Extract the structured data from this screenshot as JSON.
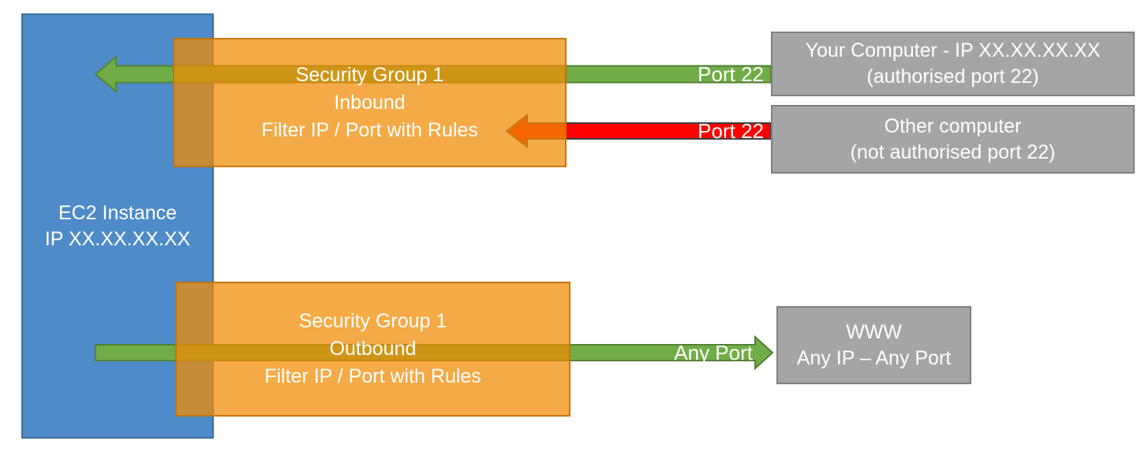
{
  "diagram_title": "EC2 Security Group port filtering diagram",
  "colors": {
    "blue": "#4E8BC8",
    "blue_border": "#41719C",
    "orange": "#F08C05",
    "orange_border": "#BF6F03",
    "green": "#70AD47",
    "green_border": "#538135",
    "red": "#FF0000",
    "red_border": "#404040",
    "gray": "#A5A5A5",
    "gray_border": "#7F7F7F",
    "text": "#FFFFFF"
  },
  "ec2_instance": {
    "line1": "EC2 Instance",
    "line2": "IP XX.XX.XX.XX"
  },
  "security_group_inbound": {
    "line1": "Security Group 1",
    "line2": "Inbound",
    "line3": "Filter IP / Port with Rules"
  },
  "security_group_outbound": {
    "line1": "Security Group 1",
    "line2": "Outbound",
    "line3": "Filter IP / Port with Rules"
  },
  "your_computer": {
    "line1": "Your Computer - IP XX.XX.XX.XX",
    "line2": "(authorised port 22)"
  },
  "other_computer": {
    "line1": "Other computer",
    "line2": "(not authorised port 22)"
  },
  "www": {
    "line1": "WWW",
    "line2": "Any IP – Any Port"
  },
  "arrows": {
    "inbound_allowed": {
      "label": "Port 22",
      "status": "allowed",
      "direction": "into EC2"
    },
    "inbound_blocked": {
      "label": "Port 22",
      "status": "blocked",
      "direction": "stopped at security group"
    },
    "outbound_allowed": {
      "label": "Any Port",
      "status": "allowed",
      "direction": "out to WWW"
    }
  }
}
